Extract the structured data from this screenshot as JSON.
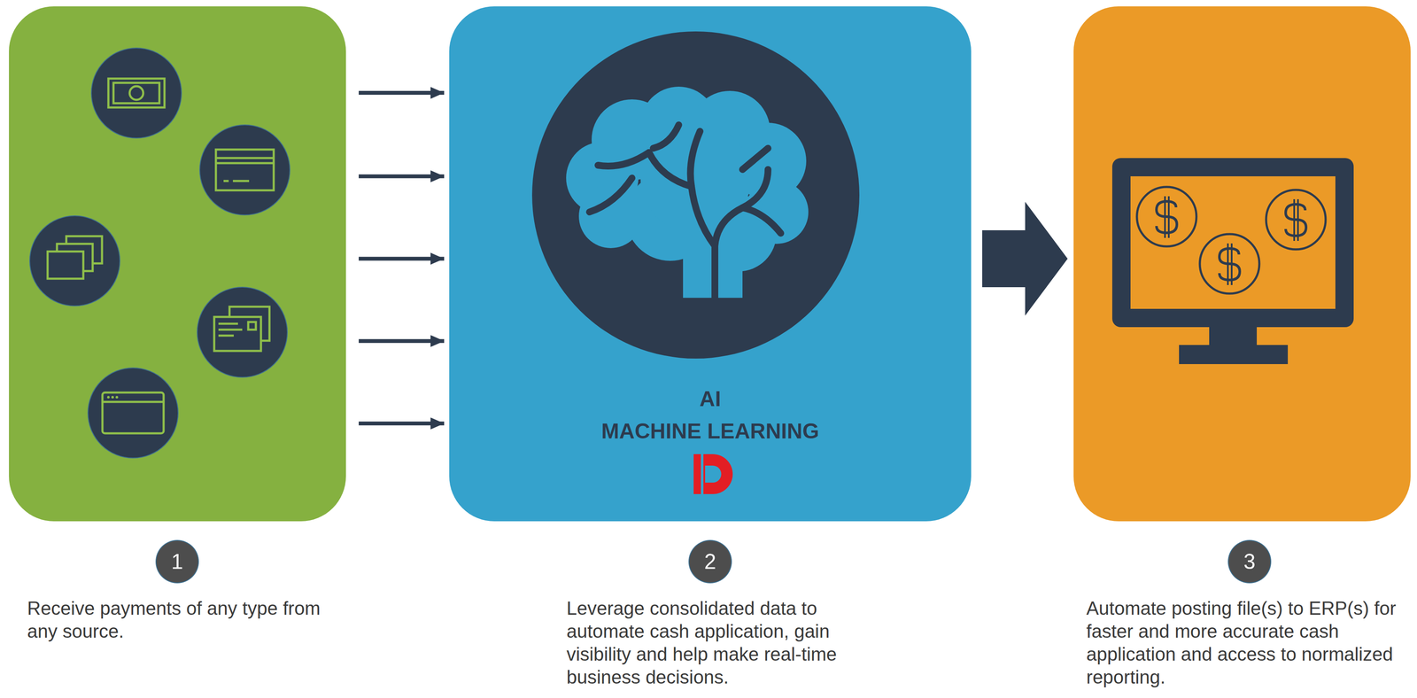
{
  "diagram": {
    "nodes": [
      {
        "text": [
          "1",
          "Receive payments of any type from any source."
        ]
      },
      {
        "text": [
          "AI",
          "MACHINE LEARNING",
          "2",
          "Leverage consolidated data to automate cash application, gain visibility and help make real-time business decisions."
        ]
      },
      {
        "text": [
          "3",
          "Automate posting file(s) to ERP(s) for faster and more accurate cash application and access to normalized reporting."
        ]
      }
    ],
    "edges": [
      {
        "from": 0,
        "to": 1,
        "arrow": "to"
      },
      {
        "from": 0,
        "to": 1,
        "arrow": "to"
      },
      {
        "from": 0,
        "to": 1,
        "arrow": "to"
      },
      {
        "from": 0,
        "to": 1,
        "arrow": "to"
      },
      {
        "from": 0,
        "to": 1,
        "arrow": "to"
      },
      {
        "from": 1,
        "to": 2,
        "arrow": "to"
      }
    ]
  }
}
